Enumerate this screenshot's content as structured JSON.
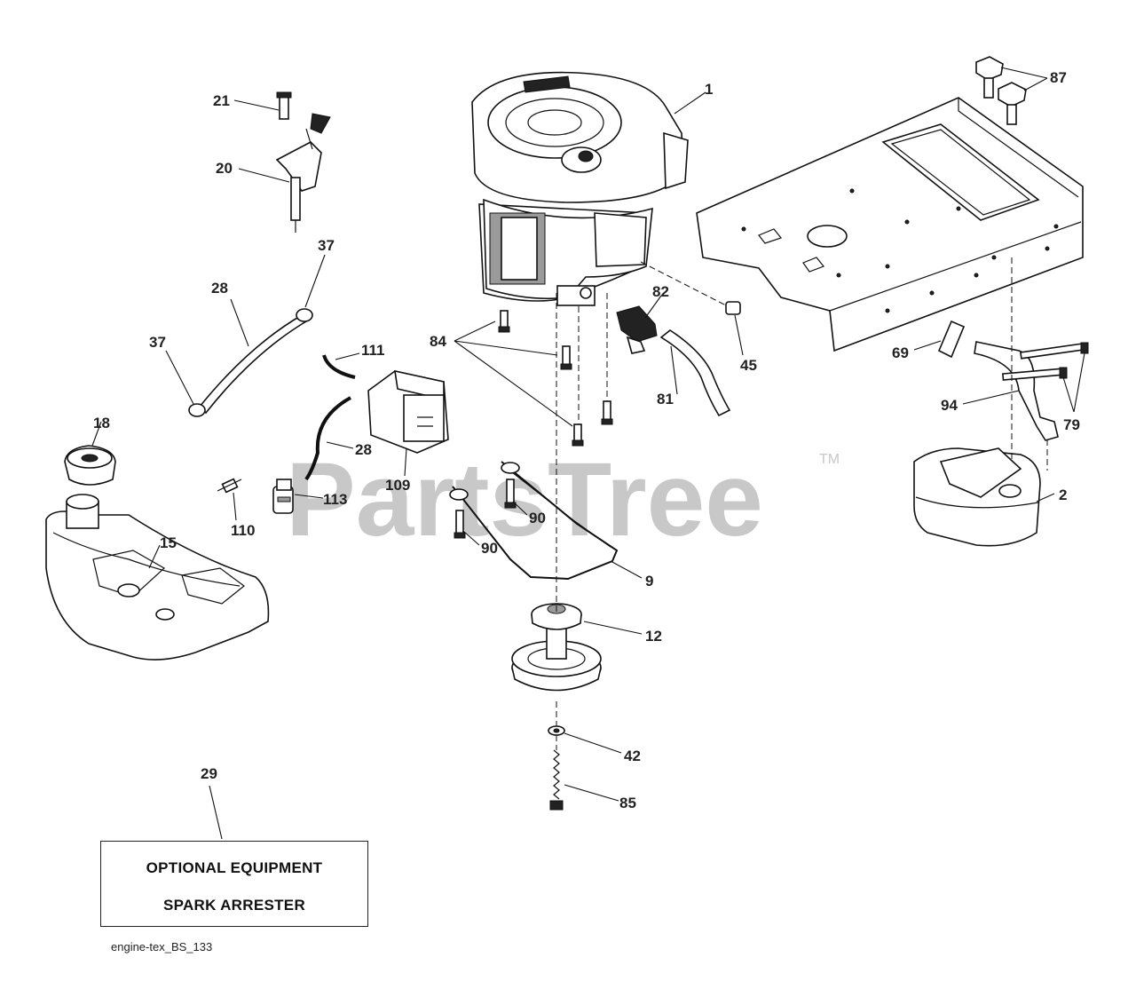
{
  "watermark": {
    "brand": "PartsTree",
    "trademark": "TM"
  },
  "callouts": [
    "1",
    "2",
    "9",
    "12",
    "15",
    "18",
    "20",
    "21",
    "28",
    "28",
    "29",
    "37",
    "37",
    "42",
    "45",
    "69",
    "79",
    "81",
    "82",
    "84",
    "85",
    "87",
    "90",
    "90",
    "94",
    "109",
    "110",
    "111",
    "113"
  ],
  "optional_box": {
    "line1": "OPTIONAL EQUIPMENT",
    "line2": "SPARK ARRESTER"
  },
  "footer": {
    "diagram_code": "engine-tex_BS_133"
  }
}
